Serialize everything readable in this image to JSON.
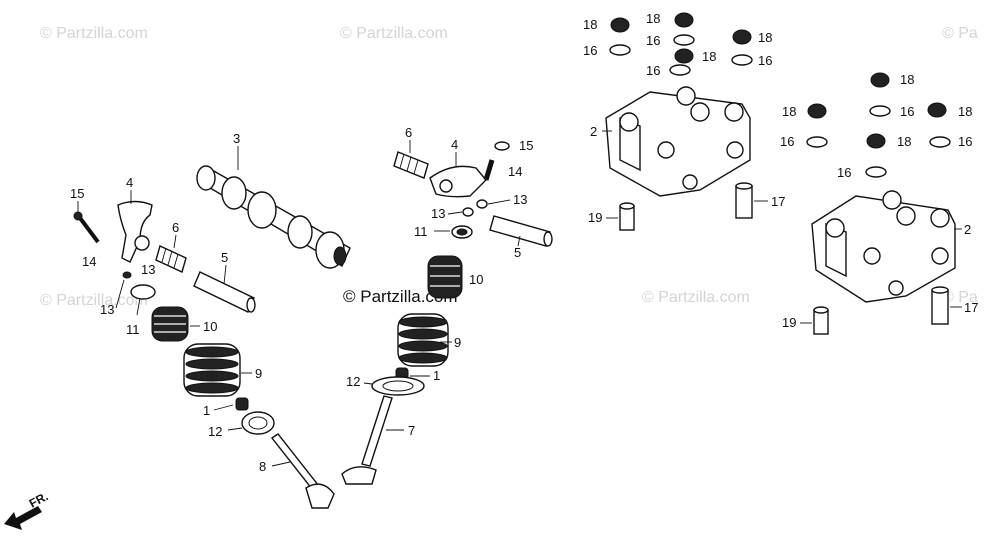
{
  "watermarks": {
    "top_left": "© Partzilla.com",
    "top_center": "© Partzilla.com",
    "top_right_cut": "© Pa",
    "mid_left": "© Partzilla.com",
    "center": "© Partzilla.com",
    "mid_right": "© Partzilla.com",
    "mid_right_cut": "© Pa"
  },
  "direction_label": "FR.",
  "callouts": {
    "c1a": "1",
    "c1b": "1",
    "c2a": "2",
    "c2b": "2",
    "c3": "3",
    "c4a": "4",
    "c4b": "4",
    "c5a": "5",
    "c5b": "5",
    "c6a": "6",
    "c6b": "6",
    "c7": "7",
    "c8": "8",
    "c9a": "9",
    "c9b": "9",
    "c10a": "10",
    "c10b": "10",
    "c11a": "11",
    "c11b": "11",
    "c12a": "12",
    "c12b": "12",
    "c13a": "13",
    "c13b": "13",
    "c13c": "13",
    "c13d": "13",
    "c14a": "14",
    "c14b": "14",
    "c15a": "15",
    "c15b": "15",
    "c16a": "16",
    "c16b": "16",
    "c16c": "16",
    "c16d": "16",
    "c16e": "16",
    "c16f": "16",
    "c16g": "16",
    "c16h": "16",
    "c17a": "17",
    "c17b": "17",
    "c18a": "18",
    "c18b": "18",
    "c18c": "18",
    "c18d": "18",
    "c18e": "18",
    "c18f": "18",
    "c18g": "18",
    "c18h": "18",
    "c18i": "18",
    "c19a": "19",
    "c19b": "19"
  }
}
